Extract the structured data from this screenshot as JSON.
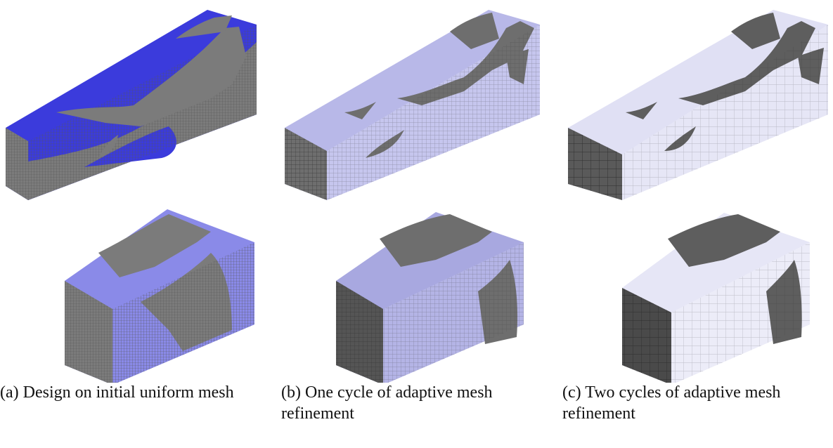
{
  "figure": {
    "panels": [
      {
        "caption": "(a) Design on initial uniform mesh",
        "color_solid": "#7d7d7d",
        "color_void": "#3b3bdc",
        "color_edge_dark": "#5a5a5a"
      },
      {
        "caption": "(b) One cycle of adaptive mesh refinement",
        "color_solid": "#6e6e6e",
        "color_void": "#b4b4e6",
        "color_edge_dark": "#3e3e3e"
      },
      {
        "caption": "(c) Two cycles of adaptive mesh refinement",
        "color_solid": "#5e5e5e",
        "color_void": "#dcdcf2",
        "color_edge_dark": "#333333"
      }
    ]
  }
}
